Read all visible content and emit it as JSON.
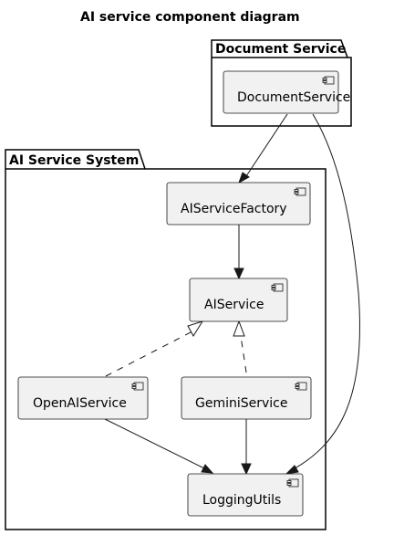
{
  "title": "AI service component diagram",
  "packages": {
    "document_service": {
      "label": "Document Service"
    },
    "ai_service_system": {
      "label": "AI Service System"
    }
  },
  "components": {
    "document_service": "DocumentService",
    "ai_service_factory": "AIServiceFactory",
    "ai_service": "AIService",
    "openai_service": "OpenAIService",
    "gemini_service": "GeminiService",
    "logging_utils": "LoggingUtils"
  },
  "relations": [
    {
      "from": "DocumentService",
      "to": "AIServiceFactory",
      "type": "dependency"
    },
    {
      "from": "DocumentService",
      "to": "LoggingUtils",
      "type": "dependency"
    },
    {
      "from": "AIServiceFactory",
      "to": "AIService",
      "type": "dependency"
    },
    {
      "from": "OpenAIService",
      "to": "AIService",
      "type": "realization"
    },
    {
      "from": "GeminiService",
      "to": "AIService",
      "type": "realization"
    },
    {
      "from": "OpenAIService",
      "to": "LoggingUtils",
      "type": "dependency"
    },
    {
      "from": "GeminiService",
      "to": "LoggingUtils",
      "type": "dependency"
    }
  ]
}
